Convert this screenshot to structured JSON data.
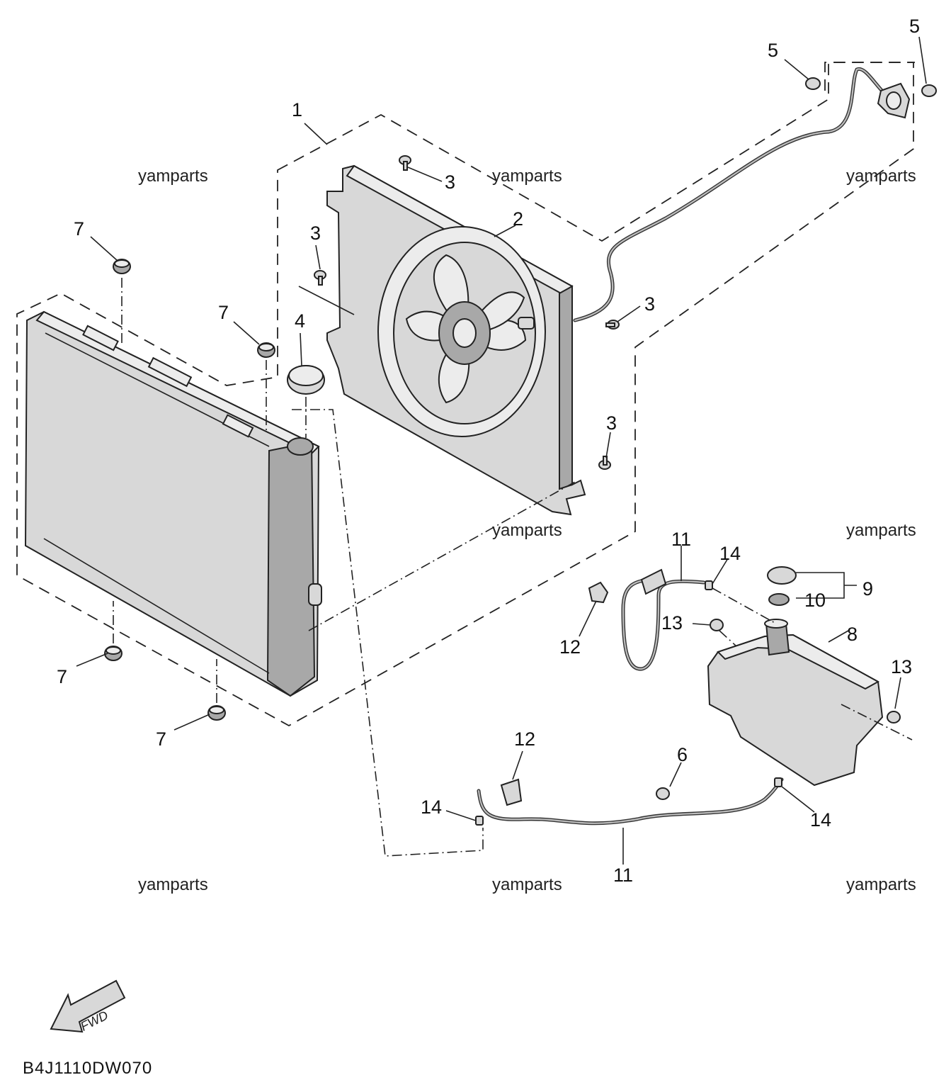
{
  "diagram": {
    "code": "B4J1110DW070",
    "fwd_label": "FWD",
    "watermark": "yamparts",
    "part_labels": {
      "p1": "1",
      "p2": "2",
      "p3": "3",
      "p4": "4",
      "p5": "5",
      "p6": "6",
      "p7": "7",
      "p8": "8",
      "p9": "9",
      "p10": "10",
      "p11": "11",
      "p12": "12",
      "p13": "13",
      "p14": "14"
    }
  }
}
